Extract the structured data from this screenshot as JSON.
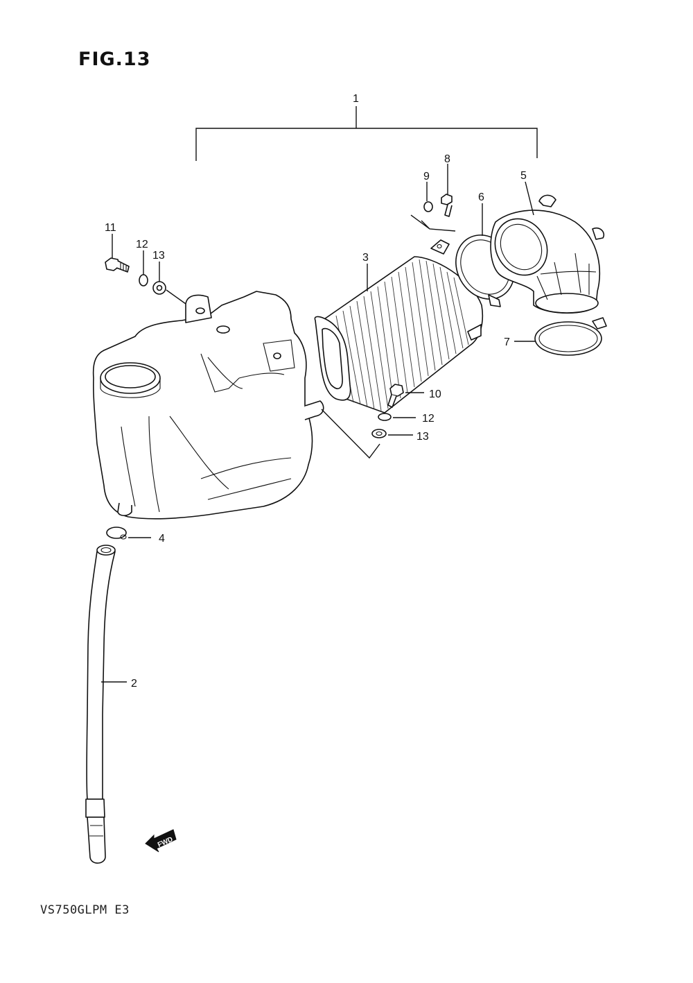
{
  "figure": {
    "title": "FIG.13",
    "model_code": "VS750GLPM E3",
    "fwd_arrow_text": "FWD"
  },
  "callouts": [
    {
      "id": "c1",
      "number": "1"
    },
    {
      "id": "c2",
      "number": "2"
    },
    {
      "id": "c3",
      "number": "3"
    },
    {
      "id": "c4",
      "number": "4"
    },
    {
      "id": "c5",
      "number": "5"
    },
    {
      "id": "c6",
      "number": "6"
    },
    {
      "id": "c7",
      "number": "7"
    },
    {
      "id": "c8",
      "number": "8"
    },
    {
      "id": "c9",
      "number": "9"
    },
    {
      "id": "c10",
      "number": "10"
    },
    {
      "id": "c11",
      "number": "11"
    },
    {
      "id": "c12a",
      "number": "12"
    },
    {
      "id": "c13a",
      "number": "13"
    },
    {
      "id": "c12b",
      "number": "12"
    },
    {
      "id": "c13b",
      "number": "13"
    }
  ]
}
